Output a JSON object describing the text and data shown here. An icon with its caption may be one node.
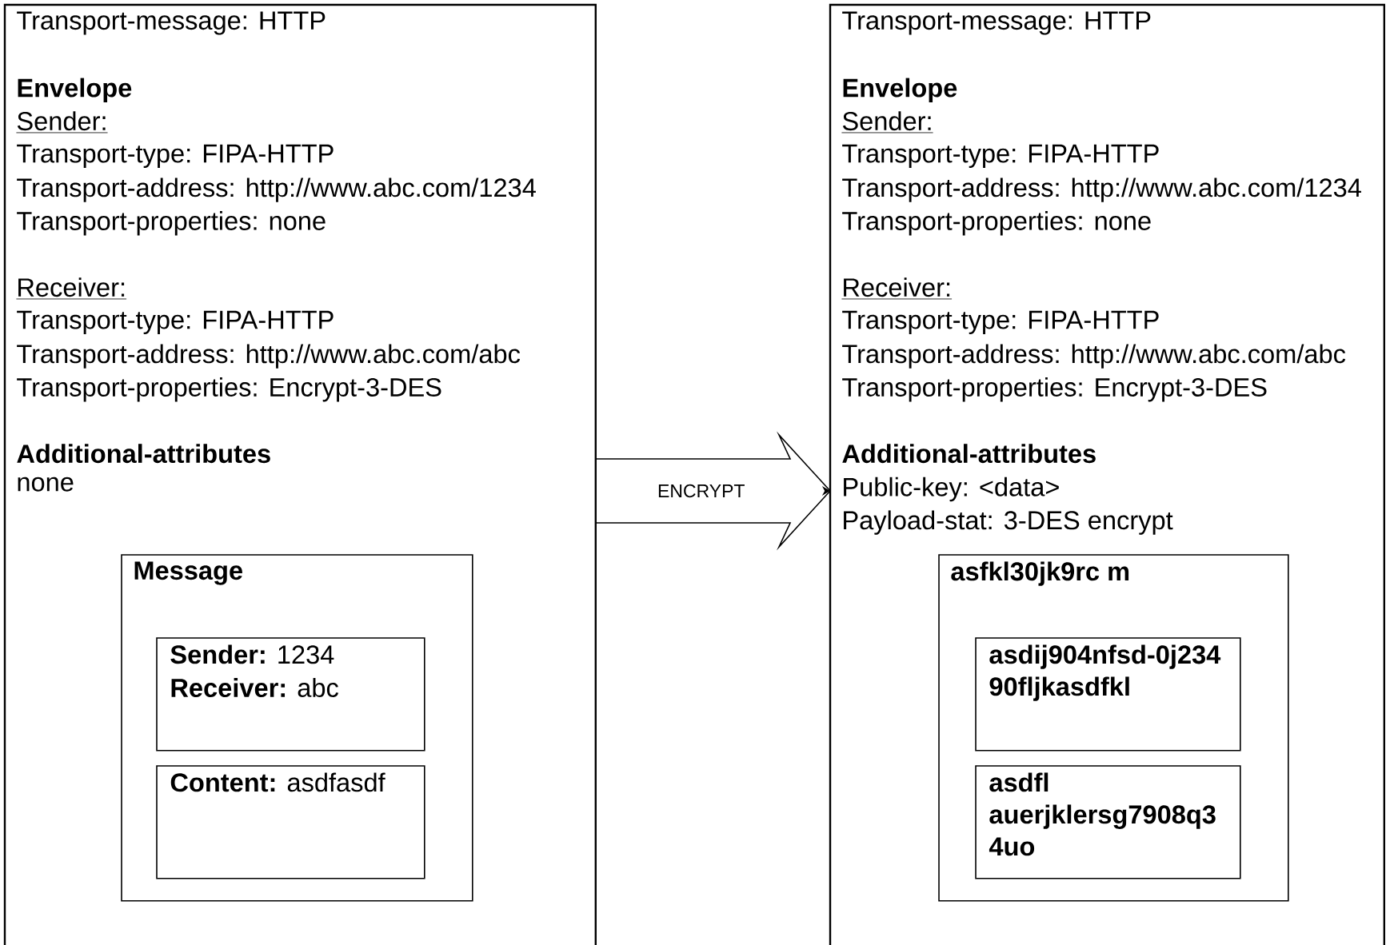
{
  "diagram": {
    "nodes": [
      {
        "text": [
          "Transport-message: HTTP",
          "Envelope",
          "Sender:",
          "Transport-type: FIPA-HTTP",
          "Transport-address: http://www.abc.com/1234",
          "Transport-properties: none",
          "Receiver:",
          "Transport-type: FIPA-HTTP",
          "Transport-address: http://www.abc.com/abc",
          "Transport-properties: Encrypt-3-DES",
          "Additional-attributes",
          "none"
        ]
      },
      {
        "text": [
          "Message"
        ],
        "in": 0
      },
      {
        "text": [
          "**Sender:** 1234",
          "**Receiver:** abc"
        ],
        "in": 1
      },
      {
        "text": [
          "**Content:** asdfasdf"
        ],
        "in": 1
      },
      {
        "text": [
          "Transport-message: HTTP",
          "Envelope",
          "Sender:",
          "Transport-type: FIPA-HTTP",
          "Transport-address: http://www.abc.com/1234",
          "Transport-properties: none",
          "Receiver:",
          "Transport-type: FIPA-HTTP",
          "Transport-address: http://www.abc.com/abc",
          "Transport-properties: Encrypt-3-DES",
          "Additional-attributes",
          "Public-key: <data>",
          "Payload-stat: 3-DES encrypt"
        ]
      },
      {
        "text": [
          "asfkl30jk9rc m"
        ],
        "in": 4
      },
      {
        "text": [
          "asdij904nfsd-0j234 90fljkasdfkl"
        ],
        "in": 5
      },
      {
        "text": [
          "asdfl auerjklersg7908q3 4uo"
        ],
        "in": 5
      }
    ],
    "edges": [
      {
        "from": 0,
        "to": 4,
        "arrow": "to",
        "label": "ENCRYPT"
      }
    ]
  }
}
